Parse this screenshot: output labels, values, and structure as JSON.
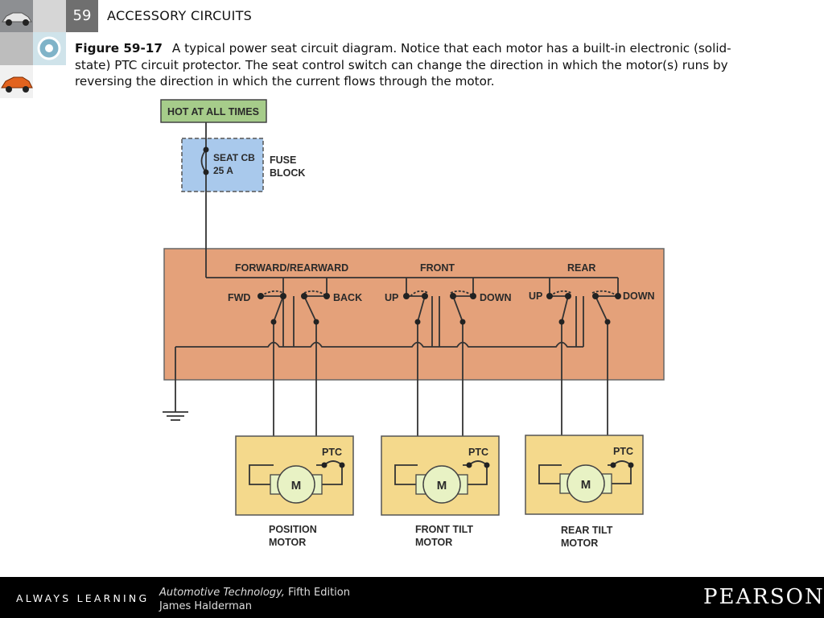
{
  "header": {
    "chapter_number": "59",
    "chapter_title": "ACCESSORY CIRCUITS"
  },
  "caption": {
    "figure_label": "Figure 59-17",
    "text": "A typical power seat circuit diagram. Notice that each motor has a built-in electronic (solid-state) PTC circuit protector. The seat control switch can change the direction in which the motor(s) runs by reversing the direction in which the current flows through the motor."
  },
  "diagram": {
    "power_source": "HOT AT ALL TIMES",
    "fuse": {
      "line1": "SEAT CB",
      "line2": "25 A",
      "block_line1": "FUSE",
      "block_line2": "BLOCK"
    },
    "switch_groups": [
      {
        "title": "FORWARD/REARWARD",
        "left": "FWD",
        "right": "BACK"
      },
      {
        "title": "FRONT",
        "left": "UP",
        "right": "DOWN"
      },
      {
        "title": "REAR",
        "left": "UP",
        "right": "DOWN"
      }
    ],
    "motors": [
      {
        "symbol": "M",
        "ptc": "PTC",
        "name_line1": "POSITION",
        "name_line2": "MOTOR"
      },
      {
        "symbol": "M",
        "ptc": "PTC",
        "name_line1": "FRONT TILT",
        "name_line2": "MOTOR"
      },
      {
        "symbol": "M",
        "ptc": "PTC",
        "name_line1": "REAR TILT",
        "name_line2": "MOTOR"
      }
    ],
    "colors": {
      "switch_box": "#e4a17a",
      "fuse_box": "#a9c9ec",
      "power_box": "#a6cc8a",
      "motor_box": "#f4d98c",
      "motor_circle": "#e8f2c4",
      "wire": "#333333"
    }
  },
  "footer": {
    "tagline": "ALWAYS LEARNING",
    "book_title": "Automotive Technology,",
    "edition": "Fifth Edition",
    "author": "James Halderman",
    "publisher": "PEARSON"
  }
}
